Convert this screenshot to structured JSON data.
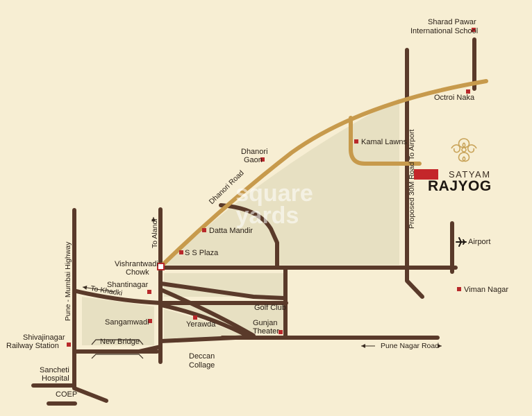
{
  "colors": {
    "background": "#f7eed3",
    "zone_fill": "#e7e0c2",
    "road_dark": "#5a3a2a",
    "road_gold": "#c79a4c",
    "marker_red": "#b8292b",
    "brand_red": "#c4262a",
    "emblem_gold": "#c9a45a"
  },
  "brand": {
    "line1": "SATYAM",
    "line2": "RAJYOG",
    "emblem_icon": "ornamental-emblem-icon"
  },
  "watermark": {
    "line1": "square",
    "line2": "yards"
  },
  "roads": {
    "dhanori": "Dhanori Road",
    "airport_road": "Proposed 30M Road To Airport",
    "pune_mumbai": "Pune - Mumbai Highway",
    "to_alandi": "To Alandi",
    "to_khadki": "To Khadki",
    "pune_nagar": "Pune Nagar Road",
    "new_bridge": "New Bridge"
  },
  "places": {
    "sharad_pawar_1": "Sharad Pawar",
    "sharad_pawar_2": "International School",
    "octroi_naka": "Octroi Naka",
    "kamal_lawns": "Kamal Lawns",
    "dhanori_gaon_1": "Dhanori",
    "dhanori_gaon_2": "Gaon",
    "datta_mandir": "Datta Mandir",
    "ss_plaza": "S S Plaza",
    "vishrantwadi_1": "Vishrantwadi",
    "vishrantwadi_2": "Chowk",
    "shantinagar": "Shantinagar",
    "golf_club": "Golf Club",
    "gunjan_1": "Gunjan",
    "gunjan_2": "Theater",
    "sangamwadi": "Sangamwadi",
    "yerawda": "Yerawda",
    "shivajinagar_1": "Shivajinagar",
    "shivajinagar_2": "Railway Station",
    "deccan_1": "Deccan",
    "deccan_2": "Collage",
    "sancheti_1": "Sancheti",
    "sancheti_2": "Hospital",
    "coep": "COEP",
    "airport": "Airport",
    "viman_nagar": "Viman Nagar"
  }
}
